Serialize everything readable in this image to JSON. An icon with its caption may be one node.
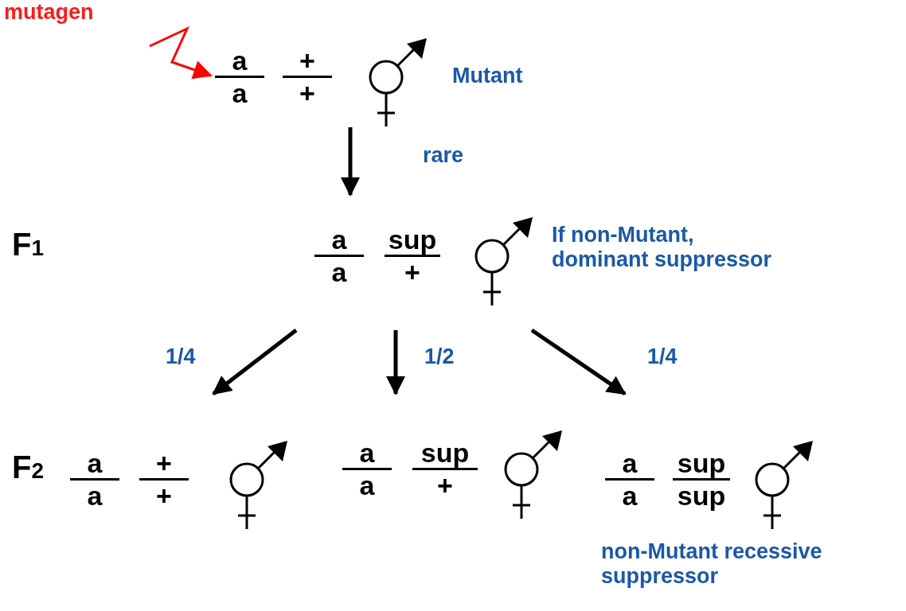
{
  "diagram": {
    "nodes": [
      {
        "text": [
          "mutagen"
        ]
      },
      {
        "text": [
          "a",
          "a",
          "+",
          "+"
        ],
        "beside": [
          "Mutant"
        ]
      },
      {
        "text": [
          "a",
          "a",
          "sup",
          "+"
        ],
        "beside": [
          "If non-Mutant, dominant suppressor"
        ]
      },
      {
        "text": [
          "a",
          "a",
          "+",
          "+"
        ]
      },
      {
        "text": [
          "a",
          "a",
          "sup",
          "+"
        ]
      },
      {
        "text": [
          "a",
          "a",
          "sup",
          "sup"
        ],
        "beside": [
          "non-Mutant recessive suppressor"
        ]
      }
    ],
    "edges": [
      {
        "from": 0,
        "to": 1,
        "arrow": "to",
        "color": "#ff0000"
      },
      {
        "from": 1,
        "to": 2,
        "arrow": "to",
        "label": "rare"
      },
      {
        "from": 2,
        "to": 3,
        "arrow": "to",
        "label": "1/4"
      },
      {
        "from": 2,
        "to": 4,
        "arrow": "to",
        "label": "1/2"
      },
      {
        "from": 2,
        "to": 5,
        "arrow": "to",
        "label": "1/4"
      }
    ],
    "labels": [
      "F$_{1}$",
      "F$_{2}$"
    ]
  }
}
